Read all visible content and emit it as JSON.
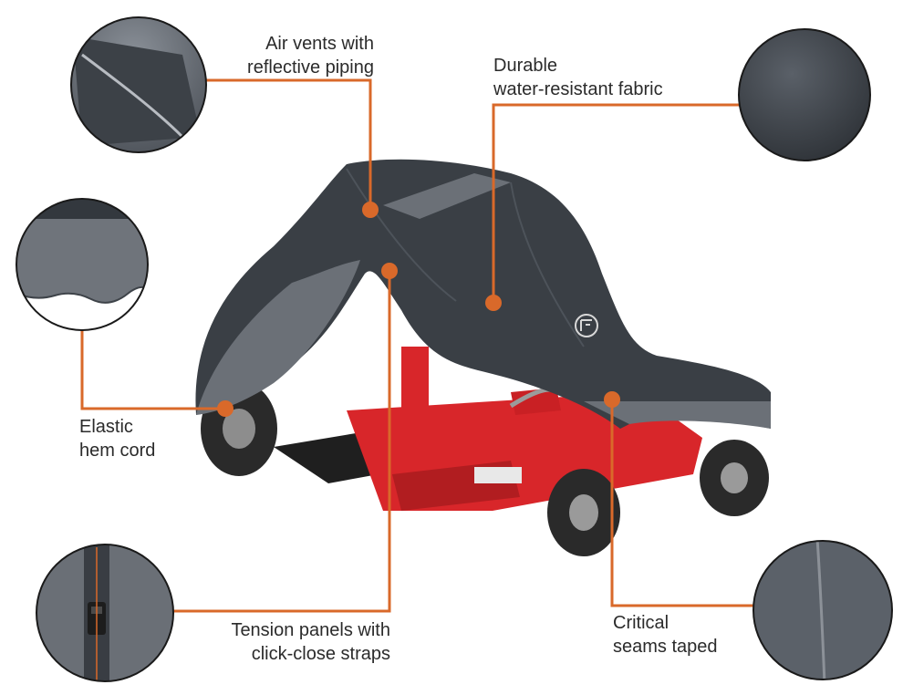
{
  "callouts": {
    "air_vents": {
      "line1": "Air vents with",
      "line2": "reflective piping"
    },
    "fabric": {
      "line1": "Durable",
      "line2": "water-resistant fabric"
    },
    "elastic": {
      "line1": "Elastic",
      "line2": "hem cord"
    },
    "tension": {
      "line1": "Tension panels with",
      "line2": "click-close straps"
    },
    "seams": {
      "line1": "Critical",
      "line2": "seams taped"
    }
  },
  "colors": {
    "accent": "#d9692a",
    "cover_dark": "#3a3f45",
    "cover_light": "#6b7077",
    "mower_red": "#d8262a",
    "tire": "#2a2a2a"
  },
  "icons": {
    "brand_logo": "classic-accessories-logo"
  }
}
